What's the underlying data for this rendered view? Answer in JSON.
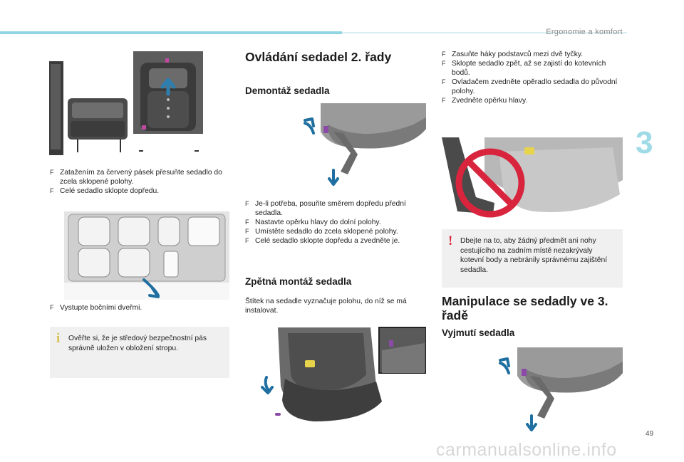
{
  "header": {
    "section_label": "Ergonomie a komfort",
    "chapter_number": "3",
    "page_number": "49",
    "watermark": "carmanualsonline.info"
  },
  "colors": {
    "accent_bar": "#8fd6e2",
    "chapter_number": "#9fdbe6",
    "note_bg": "#f0f0f0",
    "warning": "#d8243c",
    "info": "#d6c25a",
    "arrow": "#1f6fa0"
  },
  "col1": {
    "bullets_a": [
      "Zatažením za červený pásek přesuňte sedadlo do zcela sklopené polohy.",
      "Celé sedadlo sklopte dopředu."
    ],
    "bullets_b": [
      "Vystupte bočními dveřmi."
    ],
    "note": {
      "icon": "info-icon",
      "text": "Ověřte si, že je středový bezpečnostní pás správně uložen v obložení stropu."
    }
  },
  "col2": {
    "title": "Ovládání sedadel 2. řady",
    "removal_heading": "Demontáž sedadla",
    "removal_bullets": [
      "Je-li potřeba, posuňte směrem dopředu přední sedadla.",
      "Nastavte opěrku hlavy do dolní polohy.",
      "Umístěte sedadlo do zcela sklopené polohy.",
      "Celé sedadlo sklopte dopředu a zvedněte je."
    ],
    "refit_heading": "Zpětná montáž sedadla",
    "refit_text": "Štítek na sedadle vyznačuje polohu, do níž se má instalovat."
  },
  "col3": {
    "bullets": [
      "Zasuňte háky podstavců mezi dvě tyčky.",
      "Sklopte sedadlo zpět, až se zajistí do kotevních bodů.",
      "Ovladačem zvedněte opěradlo sedadla do původní polohy.",
      "Zvedněte opěrku hlavy."
    ],
    "warning": {
      "icon": "warning-icon",
      "text": "Dbejte na to, aby žádný předmět ani nohy cestujícího na zadním místě nezakrývaly kotevní body a nebránily správnému zajištění sedadla."
    },
    "title": "Manipulace se sedadly ve 3. řadě",
    "subheading": "Vyjmutí sedadla"
  },
  "bullet_glyph": "F"
}
